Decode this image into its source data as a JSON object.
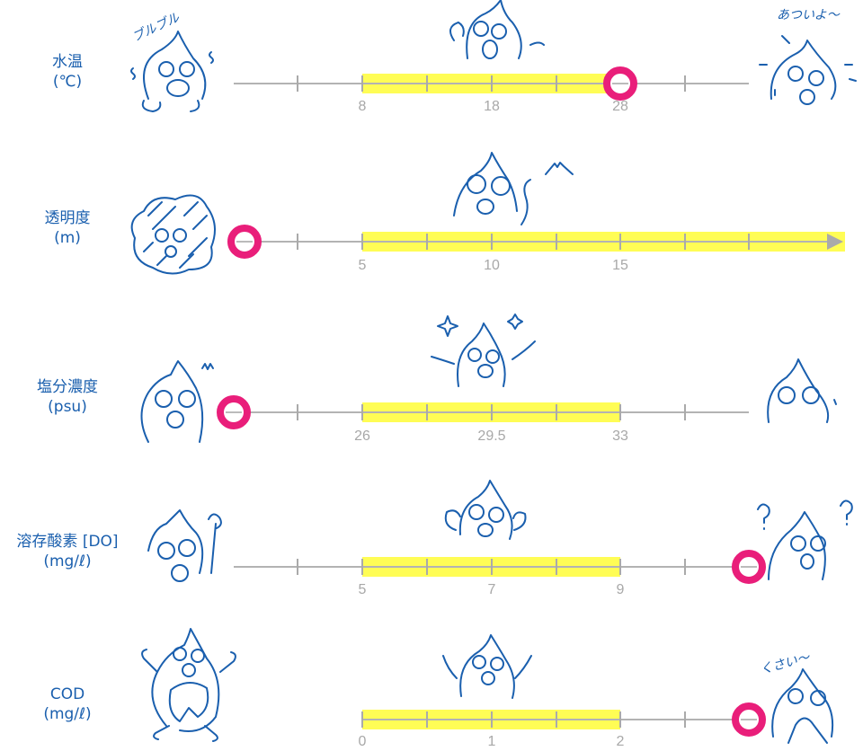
{
  "colors": {
    "label_text": "#1a5fae",
    "axis": "#b3b3b3",
    "tick_label": "#a8a8a8",
    "optimal_band": "#fffd55",
    "current_marker": "#e91e7a",
    "illustration_stroke": "#1a5fae"
  },
  "rows": [
    {
      "name": "水温",
      "unit": "(℃)",
      "ticks": [
        "8",
        "18",
        "28"
      ],
      "left_character": {
        "icon": "shivering-drop-icon",
        "speech": "ブルブル"
      },
      "center_character": {
        "icon": "happy-drop-icon"
      },
      "right_character": {
        "icon": "sweating-drop-icon",
        "speech": "あついよ〜"
      },
      "marker_position": "28"
    },
    {
      "name": "透明度",
      "unit": "(m)",
      "ticks": [
        "5",
        "10",
        "15"
      ],
      "left_character": {
        "icon": "murky-drop-icon"
      },
      "center_character": {
        "icon": "sparkling-eyes-drop-icon",
        "extra": "mountain-icon"
      },
      "marker_position": "below scale start"
    },
    {
      "name": "塩分濃度",
      "unit": "(psu)",
      "ticks": [
        "26",
        "29.5",
        "33"
      ],
      "left_character": {
        "icon": "grimacing-drop-icon"
      },
      "center_character": {
        "icon": "cheering-drop-icon",
        "extra": "sparkle-icon"
      },
      "right_character": {
        "icon": "content-drop-icon"
      },
      "marker_position": "below scale start"
    },
    {
      "name": "溶存酸素 [DO]",
      "unit": "(mg/ℓ)",
      "ticks": [
        "5",
        "7",
        "9"
      ],
      "left_character": {
        "icon": "angry-drop-icon"
      },
      "center_character": {
        "icon": "flexing-drop-icon"
      },
      "right_character": {
        "icon": "confused-drop-icon",
        "extra": "question-marks-icon"
      },
      "marker_position": "above scale end"
    },
    {
      "name": "COD",
      "unit": "(mg/ℓ)",
      "ticks": [
        "0",
        "1",
        "2"
      ],
      "left_character": {
        "icon": "bloated-drop-icon"
      },
      "center_character": {
        "icon": "waving-drop-icon"
      },
      "right_character": {
        "icon": "smelly-drop-icon",
        "speech": "くさい〜"
      },
      "marker_position": "above scale end"
    }
  ],
  "chart_data": {
    "type": "table",
    "title": "",
    "description": "Water quality indicators with optimal range (yellow band) and current value marker (pink circle)",
    "series": [
      {
        "name": "水温 (℃)",
        "optimal_range": [
          8,
          28
        ],
        "tick_labels": [
          8,
          18,
          28
        ],
        "marker": 28
      },
      {
        "name": "透明度 (m)",
        "optimal_range": [
          5,
          null
        ],
        "tick_labels": [
          5,
          10,
          15
        ],
        "marker": 0,
        "open_ended": true
      },
      {
        "name": "塩分濃度 (psu)",
        "optimal_range": [
          26,
          33
        ],
        "tick_labels": [
          26,
          29.5,
          33
        ],
        "marker": 21.5
      },
      {
        "name": "溶存酸素 [DO] (mg/ℓ)",
        "optimal_range": [
          5,
          9
        ],
        "tick_labels": [
          5,
          7,
          9
        ],
        "marker": 11
      },
      {
        "name": "COD (mg/ℓ)",
        "optimal_range": [
          0,
          2
        ],
        "tick_labels": [
          0,
          1,
          2
        ],
        "marker": 3
      }
    ]
  }
}
